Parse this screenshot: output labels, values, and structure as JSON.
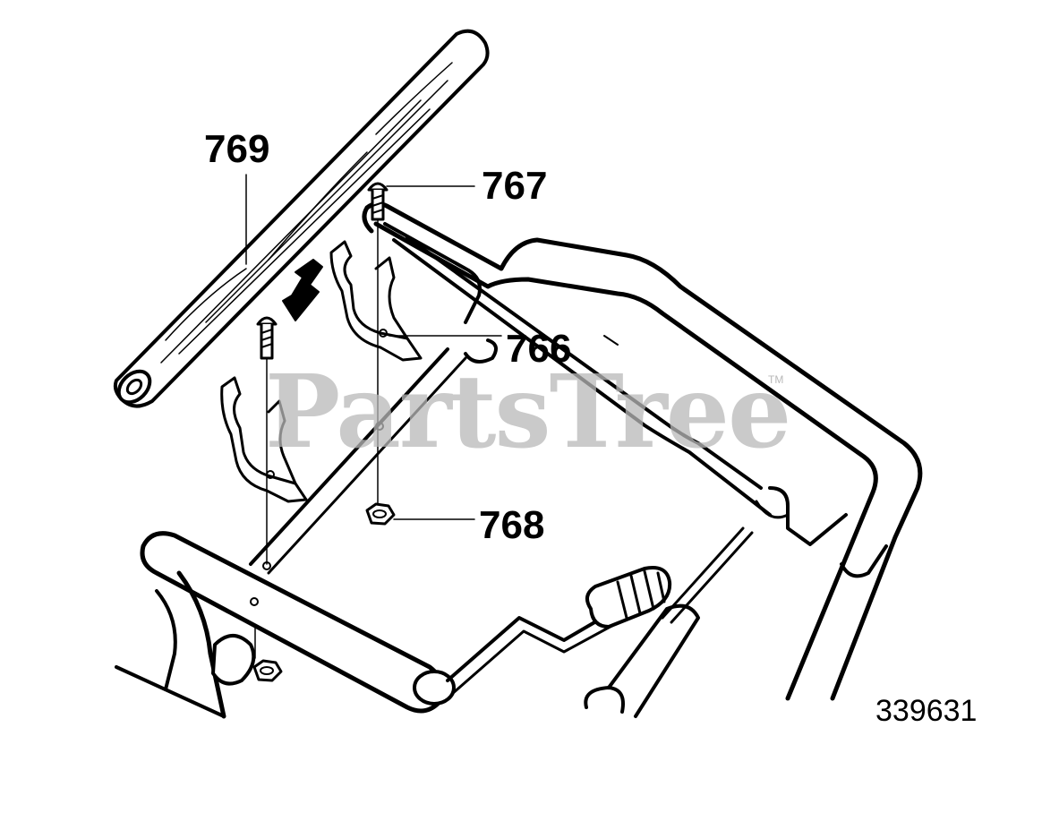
{
  "callouts": {
    "c769": "769",
    "c767": "767",
    "c766": "766",
    "c768": "768"
  },
  "document_number": "339631",
  "watermark": {
    "text": "PartsTree",
    "trademark": "TM"
  }
}
